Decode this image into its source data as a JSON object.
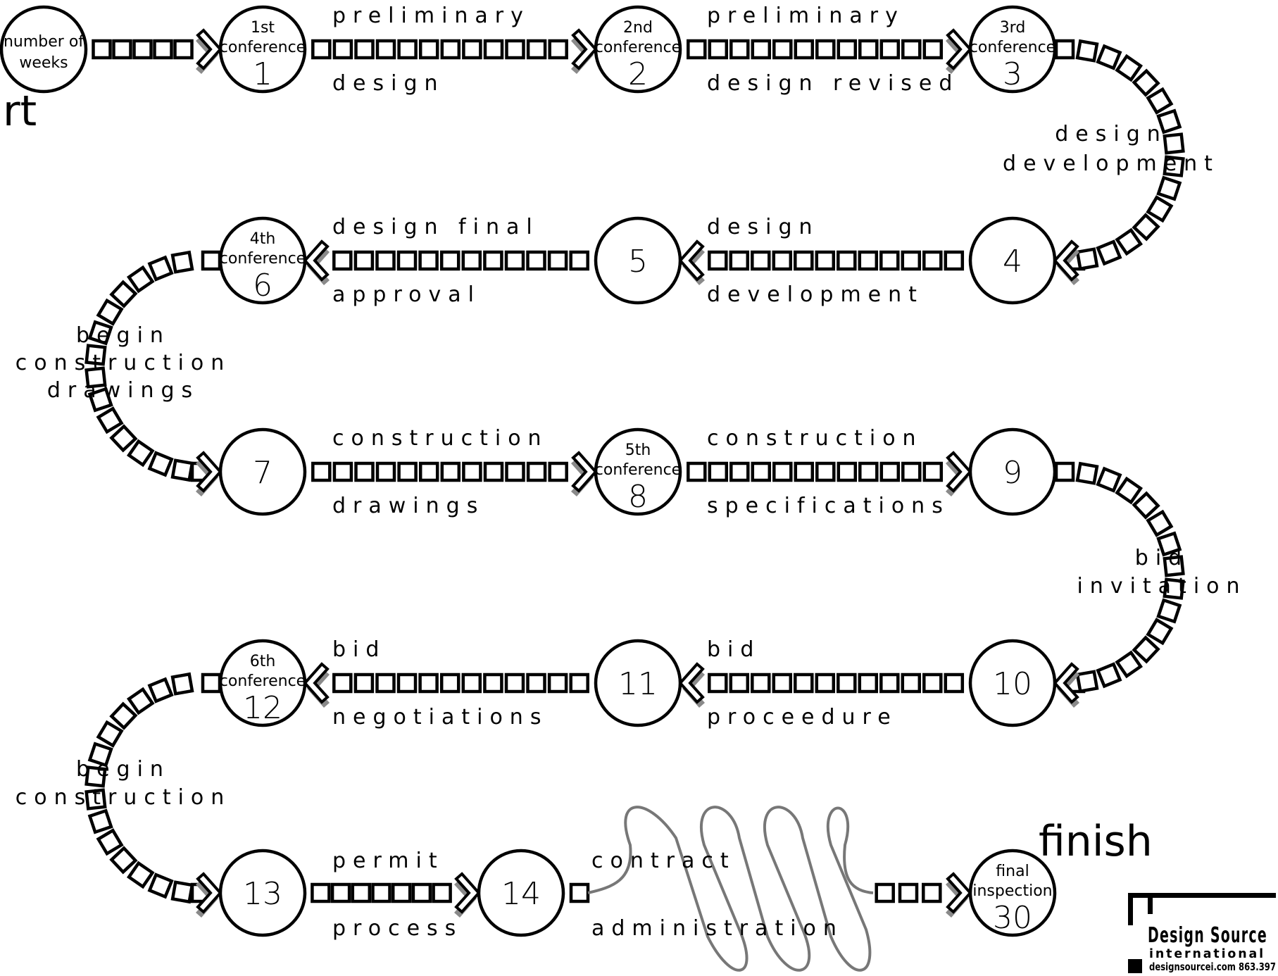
{
  "start_label": "rt",
  "finish_label": "finish",
  "nodes": [
    {
      "id": "weeks",
      "lines": [
        "number of",
        "weeks"
      ],
      "number": ""
    },
    {
      "id": "n1",
      "lines": [
        "1st",
        "conference"
      ],
      "number": "1"
    },
    {
      "id": "n2",
      "lines": [
        "2nd",
        "conference"
      ],
      "number": "2"
    },
    {
      "id": "n3",
      "lines": [
        "3rd",
        "conference"
      ],
      "number": "3"
    },
    {
      "id": "n4",
      "lines": [],
      "number": "4"
    },
    {
      "id": "n5",
      "lines": [],
      "number": "5"
    },
    {
      "id": "n6",
      "lines": [
        "4th",
        "conference"
      ],
      "number": "6"
    },
    {
      "id": "n7",
      "lines": [],
      "number": "7"
    },
    {
      "id": "n8",
      "lines": [
        "5th",
        "conference"
      ],
      "number": "8"
    },
    {
      "id": "n9",
      "lines": [],
      "number": "9"
    },
    {
      "id": "n10",
      "lines": [],
      "number": "10"
    },
    {
      "id": "n11",
      "lines": [],
      "number": "11"
    },
    {
      "id": "n12",
      "lines": [
        "6th",
        "conference"
      ],
      "number": "12"
    },
    {
      "id": "n13",
      "lines": [],
      "number": "13"
    },
    {
      "id": "n14",
      "lines": [],
      "number": "14"
    },
    {
      "id": "n30",
      "lines": [
        "final",
        "inspection"
      ],
      "number": "30"
    }
  ],
  "phase_labels": [
    {
      "id": "p1",
      "lines": [
        "preliminary",
        "design"
      ]
    },
    {
      "id": "p2",
      "lines": [
        "preliminary",
        "design  revised"
      ]
    },
    {
      "id": "p3",
      "lines": [
        "design",
        "development"
      ]
    },
    {
      "id": "p4",
      "lines": [
        "design",
        "development"
      ]
    },
    {
      "id": "p5",
      "lines": [
        "design  final",
        "approval"
      ]
    },
    {
      "id": "p6",
      "lines": [
        "begin",
        "construction",
        "drawings"
      ]
    },
    {
      "id": "p7",
      "lines": [
        "construction",
        "drawings"
      ]
    },
    {
      "id": "p8",
      "lines": [
        "construction",
        "specifications"
      ]
    },
    {
      "id": "p9",
      "lines": [
        "bid",
        "invitation"
      ]
    },
    {
      "id": "p10",
      "lines": [
        "bid",
        "proceedure"
      ]
    },
    {
      "id": "p11",
      "lines": [
        "bid",
        "negotiations"
      ]
    },
    {
      "id": "p12",
      "lines": [
        "begin",
        "construction"
      ]
    },
    {
      "id": "p13",
      "lines": [
        "permit",
        "process"
      ]
    },
    {
      "id": "p14",
      "lines": [
        "contract",
        "administration"
      ]
    }
  ],
  "logo": {
    "name": "Design Source",
    "sub": "international",
    "url": "designsourcei.com 863.397"
  },
  "colors": {
    "ink": "#000000",
    "shadow": "#8a8a8a",
    "loop": "#777777"
  }
}
